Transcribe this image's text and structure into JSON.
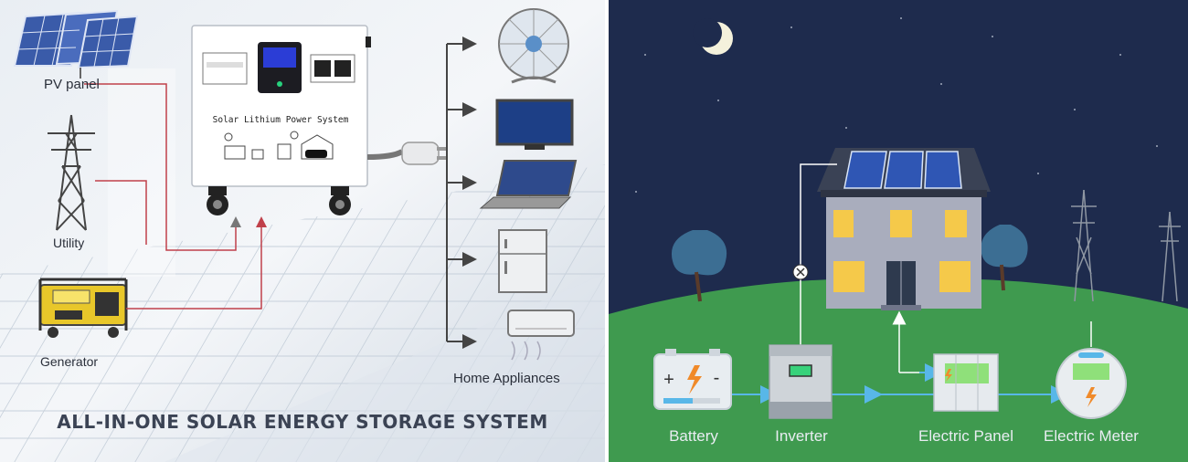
{
  "left_panel": {
    "title": "ALL-IN-ONE SOLAR ENERGY STORAGE SYSTEM",
    "device_label": "Solar Lithium Power System",
    "sources": {
      "pv_panel": "PV panel",
      "utility": "Utility",
      "generator": "Generator"
    },
    "appliances_label": "Home Appliances",
    "appliance_icons": [
      "fan-icon",
      "tv-icon",
      "laptop-icon",
      "fridge-icon",
      "air-conditioner-icon"
    ],
    "colors": {
      "utility_line": "#c0404a",
      "appliance_arrows": "#444444",
      "title": "#3b4354"
    }
  },
  "right_panel": {
    "scene": "night",
    "components": {
      "battery": "Battery",
      "inverter": "Inverter",
      "electric_panel": "Electric Panel",
      "electric_meter": "Electric Meter"
    },
    "colors": {
      "sky": "#1e2b4d",
      "ground": "#3f9a4f",
      "flow": "#58b7e8",
      "window": "#f5c94a"
    }
  }
}
